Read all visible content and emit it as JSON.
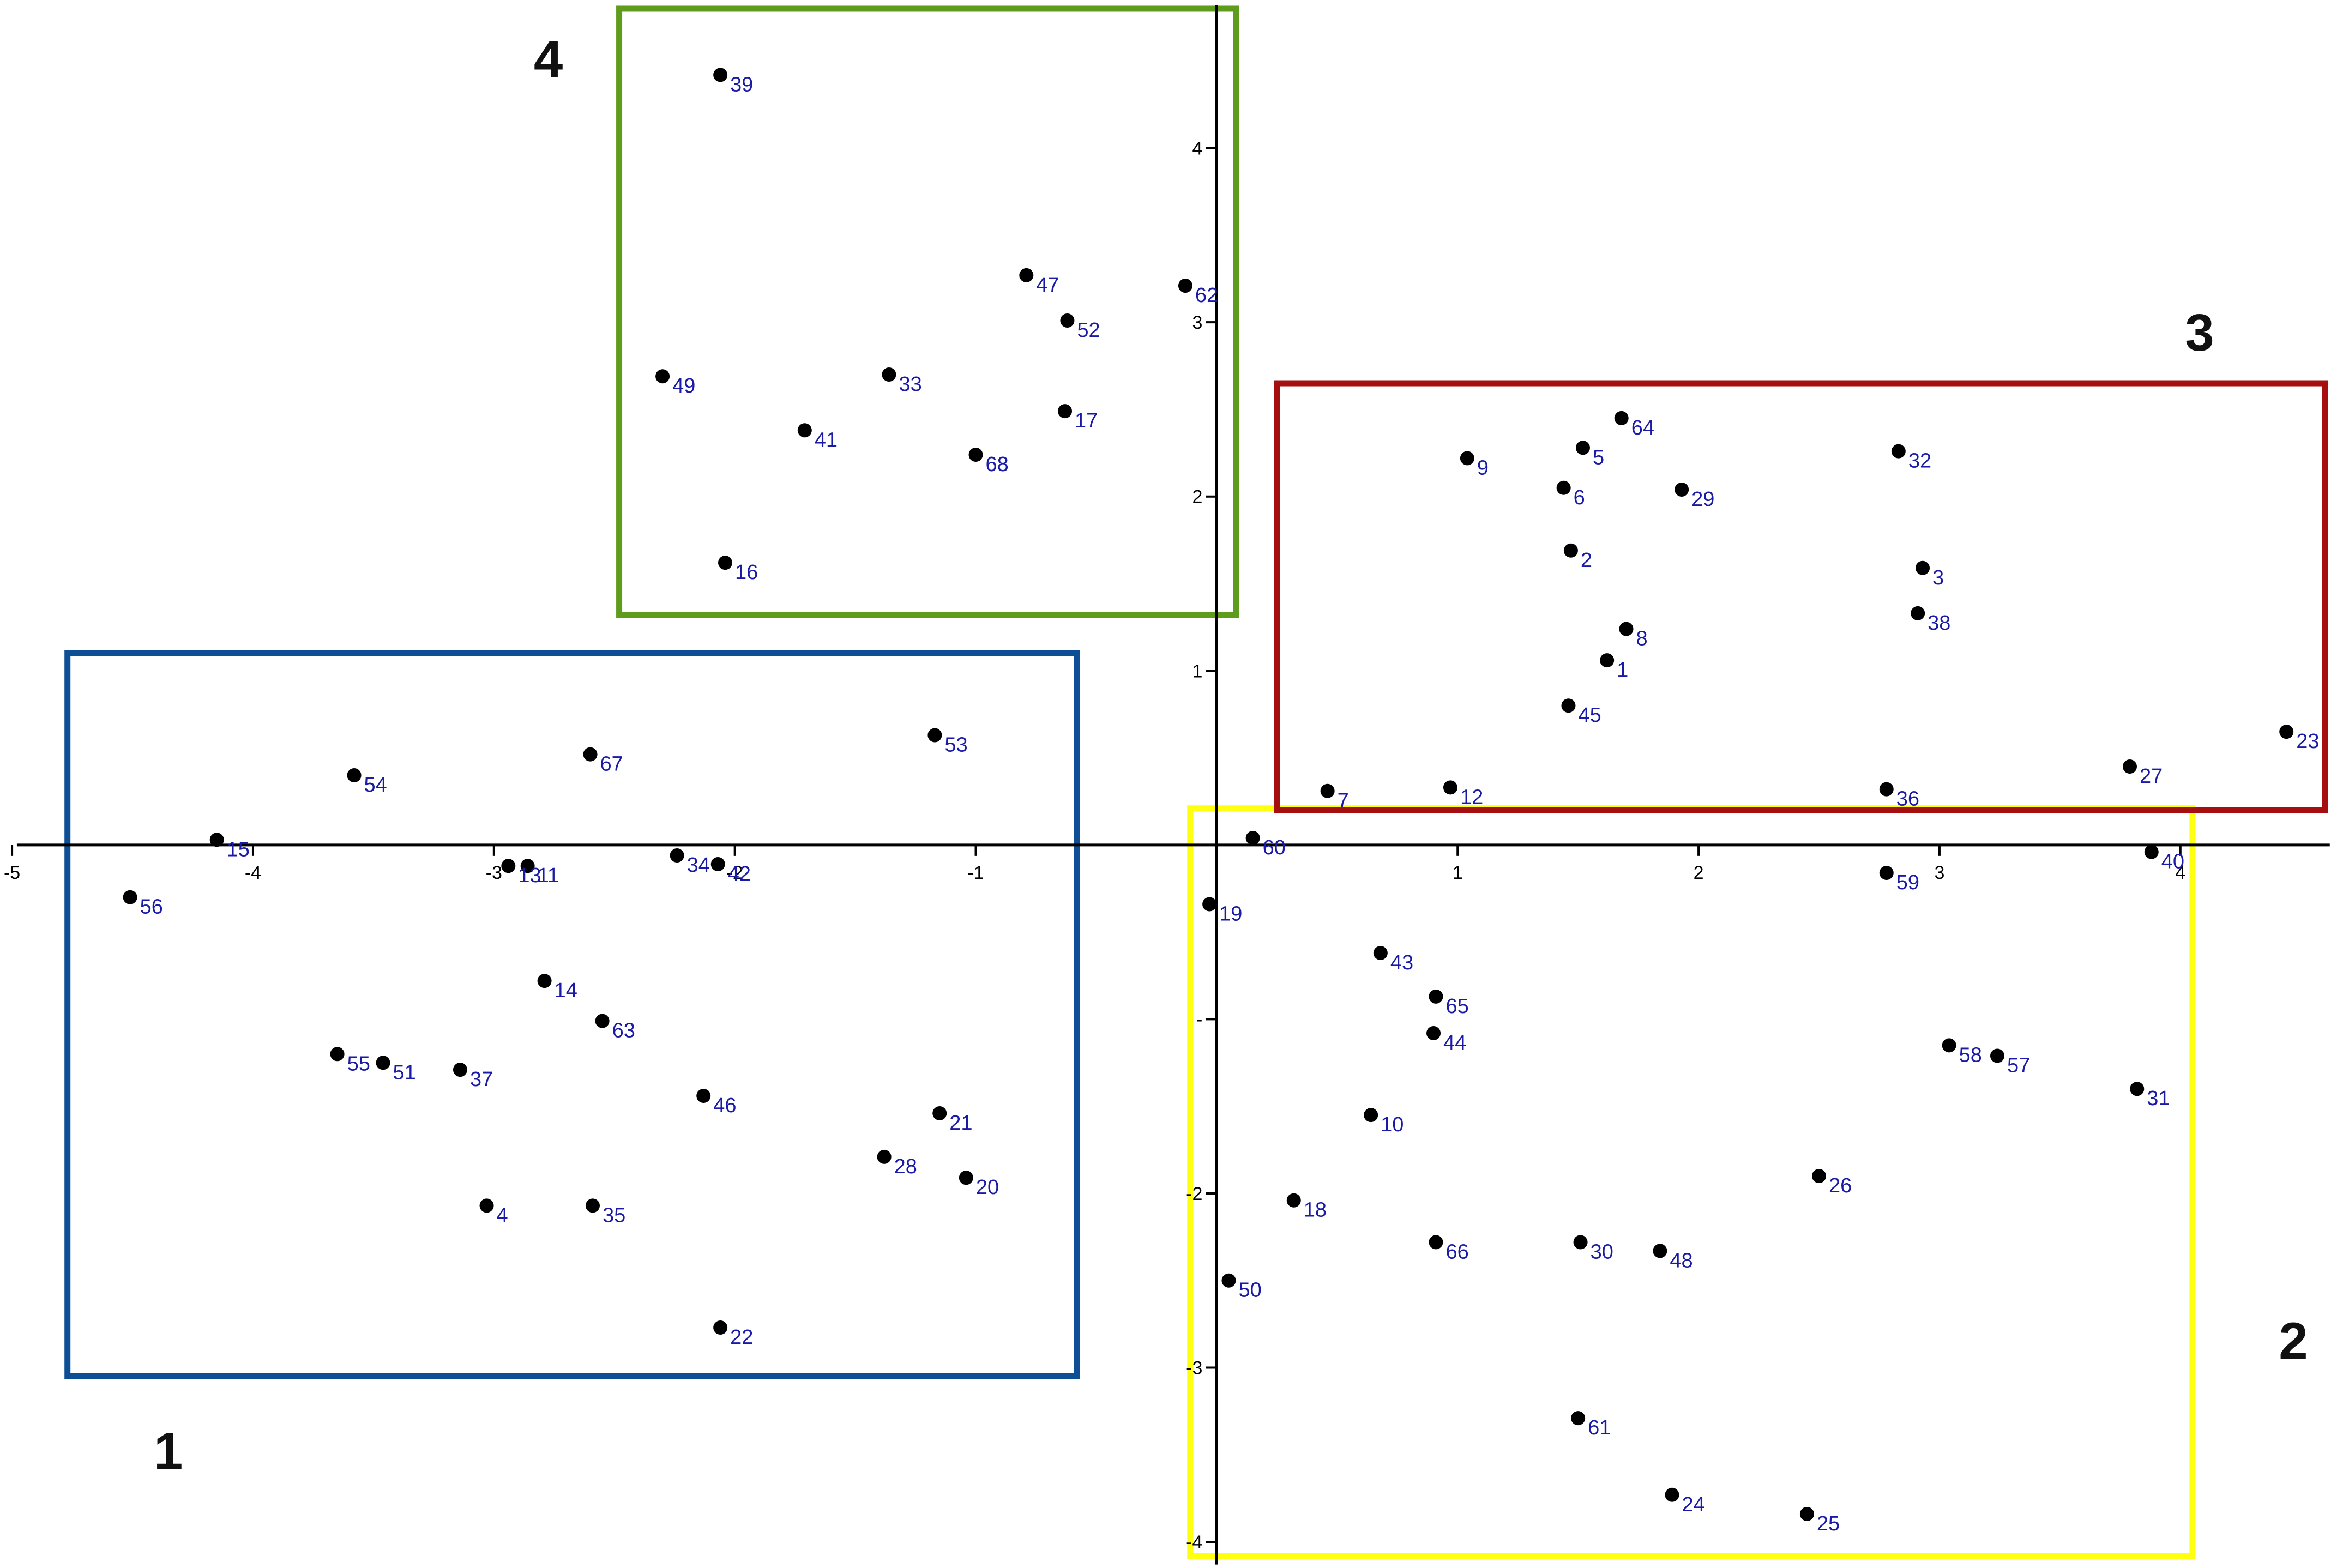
{
  "chart_data": {
    "type": "scatter",
    "title": "",
    "xlabel": "",
    "ylabel": "",
    "xlim": [
      -5.05,
      4.65
    ],
    "ylim": [
      -4.15,
      4.85
    ],
    "grid": false,
    "x_tick_labels": [
      {
        "value": -5,
        "label": "-5"
      },
      {
        "value": -4,
        "label": "-4"
      },
      {
        "value": -3,
        "label": "-3"
      },
      {
        "value": -2,
        "label": "-2"
      },
      {
        "value": -1,
        "label": "-1"
      },
      {
        "value": 1,
        "label": "1"
      },
      {
        "value": 2,
        "label": "2"
      },
      {
        "value": 3,
        "label": "3"
      },
      {
        "value": 4,
        "label": "4"
      }
    ],
    "y_tick_labels": [
      {
        "value": 4,
        "label": "4"
      },
      {
        "value": 3,
        "label": "3"
      },
      {
        "value": 2,
        "label": "2"
      },
      {
        "value": 1,
        "label": "1"
      },
      {
        "value": -1,
        "label": "-"
      },
      {
        "value": -2,
        "label": "-2"
      },
      {
        "value": -3,
        "label": "-3"
      },
      {
        "value": -4,
        "label": "-4"
      }
    ],
    "points": [
      {
        "id": "1",
        "x": 1.62,
        "y": 1.06
      },
      {
        "id": "2",
        "x": 1.47,
        "y": 1.69
      },
      {
        "id": "3",
        "x": 2.93,
        "y": 1.59
      },
      {
        "id": "4",
        "x": -3.03,
        "y": -2.07
      },
      {
        "id": "5",
        "x": 1.52,
        "y": 2.28
      },
      {
        "id": "6",
        "x": 1.44,
        "y": 2.05
      },
      {
        "id": "7",
        "x": 0.46,
        "y": 0.31
      },
      {
        "id": "8",
        "x": 1.7,
        "y": 1.24
      },
      {
        "id": "9",
        "x": 1.04,
        "y": 2.22
      },
      {
        "id": "10",
        "x": 0.64,
        "y": -1.55
      },
      {
        "id": "11",
        "x": -2.86,
        "y": -0.12
      },
      {
        "id": "12",
        "x": 0.97,
        "y": 0.33
      },
      {
        "id": "13",
        "x": -2.94,
        "y": -0.12
      },
      {
        "id": "14",
        "x": -2.79,
        "y": -0.78
      },
      {
        "id": "15",
        "x": -4.15,
        "y": 0.03
      },
      {
        "id": "16",
        "x": -2.04,
        "y": 1.62
      },
      {
        "id": "17",
        "x": -0.63,
        "y": 2.49
      },
      {
        "id": "18",
        "x": 0.32,
        "y": -2.04
      },
      {
        "id": "19",
        "x": -0.03,
        "y": -0.34
      },
      {
        "id": "20",
        "x": -1.04,
        "y": -1.91
      },
      {
        "id": "21",
        "x": -1.15,
        "y": -1.54
      },
      {
        "id": "22",
        "x": -2.06,
        "y": -2.77
      },
      {
        "id": "23",
        "x": 4.44,
        "y": 0.65
      },
      {
        "id": "24",
        "x": 1.89,
        "y": -3.73
      },
      {
        "id": "25",
        "x": 2.45,
        "y": -3.84
      },
      {
        "id": "26",
        "x": 2.5,
        "y": -1.9
      },
      {
        "id": "27",
        "x": 3.79,
        "y": 0.45
      },
      {
        "id": "28",
        "x": -1.38,
        "y": -1.79
      },
      {
        "id": "29",
        "x": 1.93,
        "y": 2.04
      },
      {
        "id": "30",
        "x": 1.51,
        "y": -2.28
      },
      {
        "id": "31",
        "x": 3.82,
        "y": -1.4
      },
      {
        "id": "32",
        "x": 2.83,
        "y": 2.26
      },
      {
        "id": "33",
        "x": -1.36,
        "y": 2.7
      },
      {
        "id": "34",
        "x": -2.24,
        "y": -0.06
      },
      {
        "id": "35",
        "x": -2.59,
        "y": -2.07
      },
      {
        "id": "36",
        "x": 2.78,
        "y": 0.32
      },
      {
        "id": "37",
        "x": -3.14,
        "y": -1.29
      },
      {
        "id": "38",
        "x": 2.91,
        "y": 1.33
      },
      {
        "id": "39",
        "x": -2.06,
        "y": 4.42
      },
      {
        "id": "40",
        "x": 3.88,
        "y": -0.04
      },
      {
        "id": "41",
        "x": -1.71,
        "y": 2.38
      },
      {
        "id": "42",
        "x": -2.07,
        "y": -0.11
      },
      {
        "id": "43",
        "x": 0.68,
        "y": -0.62
      },
      {
        "id": "44",
        "x": 0.9,
        "y": -1.08
      },
      {
        "id": "45",
        "x": 1.46,
        "y": 0.8
      },
      {
        "id": "46",
        "x": -2.13,
        "y": -1.44
      },
      {
        "id": "47",
        "x": -0.79,
        "y": 3.27
      },
      {
        "id": "48",
        "x": 1.84,
        "y": -2.33
      },
      {
        "id": "49",
        "x": -2.3,
        "y": 2.69
      },
      {
        "id": "50",
        "x": 0.05,
        "y": -2.5
      },
      {
        "id": "51",
        "x": -3.46,
        "y": -1.25
      },
      {
        "id": "52",
        "x": -0.62,
        "y": 3.01
      },
      {
        "id": "53",
        "x": -1.17,
        "y": 0.63
      },
      {
        "id": "54",
        "x": -3.58,
        "y": 0.4
      },
      {
        "id": "55",
        "x": -3.65,
        "y": -1.2
      },
      {
        "id": "56",
        "x": -4.51,
        "y": -0.3
      },
      {
        "id": "57",
        "x": 3.24,
        "y": -1.21
      },
      {
        "id": "58",
        "x": 3.04,
        "y": -1.15
      },
      {
        "id": "59",
        "x": 2.78,
        "y": -0.16
      },
      {
        "id": "60",
        "x": 0.15,
        "y": 0.04
      },
      {
        "id": "61",
        "x": 1.5,
        "y": -3.29
      },
      {
        "id": "62",
        "x": -0.13,
        "y": 3.21
      },
      {
        "id": "63",
        "x": -2.55,
        "y": -1.01
      },
      {
        "id": "64",
        "x": 1.68,
        "y": 2.45
      },
      {
        "id": "65",
        "x": 0.91,
        "y": -0.87
      },
      {
        "id": "66",
        "x": 0.91,
        "y": -2.28
      },
      {
        "id": "67",
        "x": -2.6,
        "y": 0.52
      },
      {
        "id": "68",
        "x": -1.0,
        "y": 2.24
      }
    ],
    "groups": [
      {
        "label": "1",
        "color": "#0d4f94",
        "x_range": [
          -4.77,
          -0.58
        ],
        "y_range": [
          -3.05,
          1.1
        ],
        "label_position": "below-left"
      },
      {
        "label": "2",
        "color": "#ffff10",
        "x_range": [
          -0.11,
          4.05
        ],
        "y_range": [
          -4.08,
          0.21
        ],
        "label_position": "right"
      },
      {
        "label": "3",
        "color": "#a50f0f",
        "x_range": [
          0.25,
          4.6
        ],
        "y_range": [
          0.2,
          2.65
        ],
        "label_position": "above-right"
      },
      {
        "label": "4",
        "color": "#5f9c1e",
        "x_range": [
          -2.48,
          0.08
        ],
        "y_range": [
          1.32,
          4.8
        ],
        "label_position": "top-left"
      }
    ]
  }
}
